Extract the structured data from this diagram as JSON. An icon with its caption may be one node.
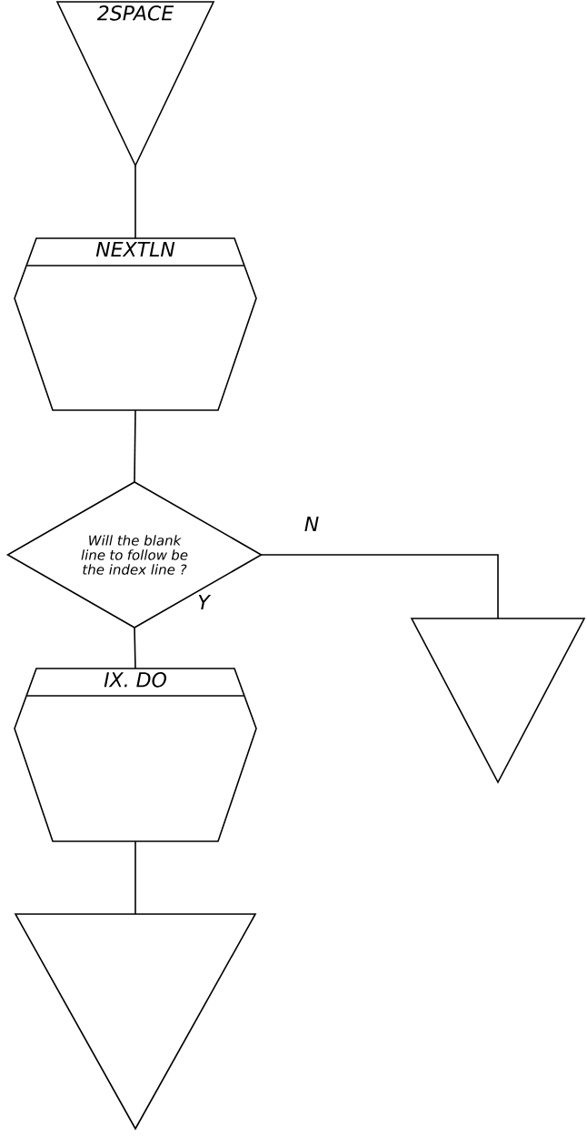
{
  "diagram": {
    "nodes": [
      {
        "text": [
          "2SPACE"
        ]
      },
      {
        "text": [
          "NEXTLN"
        ]
      },
      {
        "text": [
          "Will the blank line to follow be the index line ?"
        ]
      },
      {
        "text": [
          "IX. DO"
        ]
      },
      {
        "text": [],
        "shape": "triangle"
      },
      {
        "text": [],
        "shape": "triangle"
      }
    ],
    "edges": [
      {
        "from": 0,
        "to": 1,
        "arrow": "none"
      },
      {
        "from": 1,
        "to": 2,
        "arrow": "none"
      },
      {
        "from": 2,
        "to": 4,
        "arrow": "none",
        "label": "N"
      },
      {
        "from": 2,
        "to": 3,
        "arrow": "none",
        "label": "Y"
      },
      {
        "from": 3,
        "to": 5,
        "arrow": "none"
      }
    ]
  }
}
